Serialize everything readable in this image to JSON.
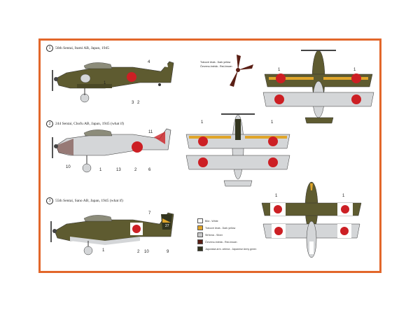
{
  "profiles": [
    {
      "number": "1",
      "caption": "56th Sentai, Itami AB, Japan, 1945"
    },
    {
      "number": "2",
      "caption": "244 Sentai, Chofu AB, Japan, 1945 (what if)"
    },
    {
      "number": "3",
      "caption": "55th Sentai, Sano AB, Japan, 1945 (what if)"
    }
  ],
  "callouts": {
    "p1": [
      "4",
      "1",
      "3",
      "2"
    ],
    "p2": [
      "11",
      "10",
      "1",
      "13",
      "2",
      "6"
    ],
    "p3": [
      "7",
      "1",
      "2",
      "10",
      "9"
    ],
    "p3_tail": "27",
    "top_views": [
      "1",
      "1",
      "1",
      "1",
      "1",
      "1"
    ]
  },
  "prop_labels": [
    "Trávové žlutá - Dark yellow",
    "Červeno-hnědá - Red-brown"
  ],
  "legend": [
    {
      "label": "Bílá - White",
      "color": "#ffffff"
    },
    {
      "label": "Trávové žlutá - Dark yellow",
      "color": "#e0a52a"
    },
    {
      "label": "Stříbrná - Silver",
      "color": "#c8c8c8"
    },
    {
      "label": "Červeno-hnědá - Red-brown",
      "color": "#5a1e14"
    },
    {
      "label": "Japonská arm. zelená - Japanese Army green",
      "color": "#33351f"
    }
  ],
  "colors": {
    "frame": "#e2672a",
    "olive": "#5e5b30",
    "hinomaru": "#cc1f24",
    "silver": "#d4d6d8"
  }
}
